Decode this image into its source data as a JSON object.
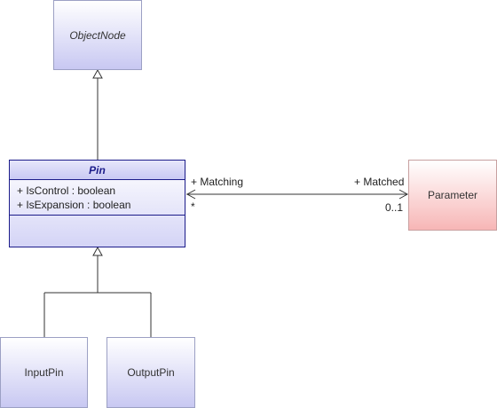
{
  "nodes": {
    "object_node": "ObjectNode",
    "pin": "Pin",
    "input_pin": "InputPin",
    "output_pin": "OutputPin",
    "parameter": "Parameter"
  },
  "pin_attributes": [
    "+ IsControl : boolean",
    "+ IsExpansion : boolean"
  ],
  "association": {
    "source_role": "+ Matching",
    "source_multiplicity": "*",
    "target_role": "+ Matched",
    "target_multiplicity": "0..1"
  },
  "colors": {
    "class_fill": "#c8c8f2",
    "class_border": "#1c1c8a",
    "parameter_fill": "#f7b6b6",
    "line": "#333333"
  }
}
